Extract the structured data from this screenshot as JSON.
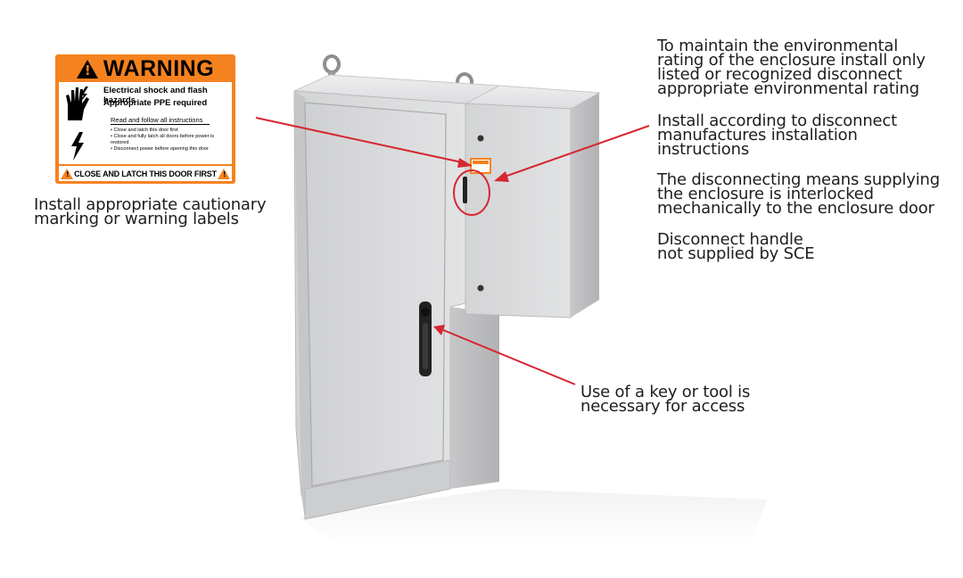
{
  "warning_label": {
    "title": "WARNING",
    "line1": "Electrical shock and  flash hazards",
    "line2": "Appropriate PPE required",
    "instructions_heading": "Read and follow all instructions",
    "bullets": [
      "Close and latch this door first",
      "Close and fully latch all doors before power is restored",
      "Disconnect power before opening this door"
    ],
    "footer": "CLOSE AND LATCH THIS DOOR FIRST",
    "colors": {
      "orange": "#f5821f",
      "black": "#000000",
      "white": "#ffffff"
    }
  },
  "callouts": {
    "labels": [
      "Install appropriate cautionary",
      "marking or warning labels"
    ],
    "environmental": [
      "To maintain the environmental",
      "rating of the enclosure install only",
      "listed or recognized disconnect",
      "appropriate environmental rating"
    ],
    "install": [
      "Install according to disconnect",
      "manufactures installation",
      "instructions"
    ],
    "interlock": [
      "The disconnecting means supplying",
      "the enclosure is interlocked",
      "mechanically to the enclosure door"
    ],
    "handle": [
      "Disconnect handle",
      "not supplied by SCE"
    ],
    "key": [
      "Use of a key or tool is",
      "necessary for access"
    ]
  },
  "colors": {
    "arrow": "#d62731",
    "enclosure": "#d9dadb",
    "text": "#1e1e1e"
  }
}
